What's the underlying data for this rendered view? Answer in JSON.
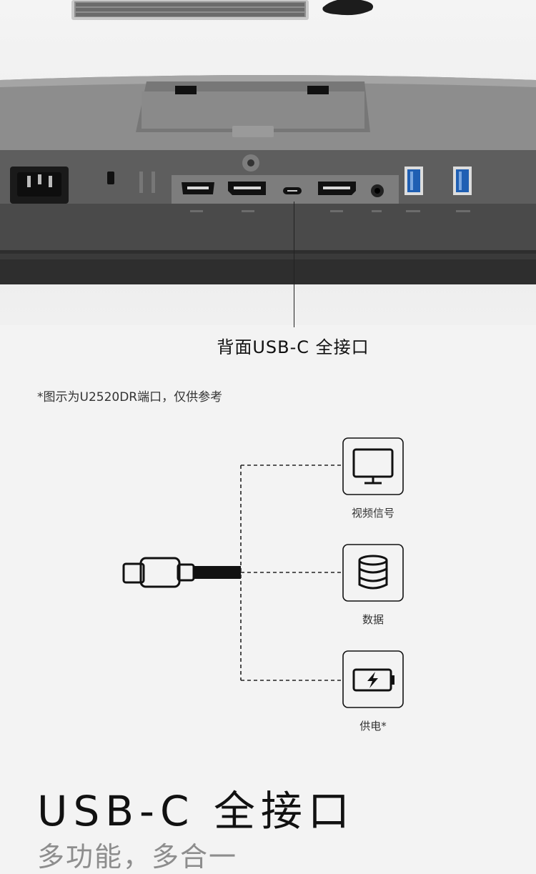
{
  "photo": {
    "port_label": "背面USB-C 全接口"
  },
  "footnote": "*图示为U2520DR端口，仅供参考",
  "diagram": {
    "items": [
      {
        "icon": "monitor-icon",
        "label": "视频信号"
      },
      {
        "icon": "database-icon",
        "label": "数据"
      },
      {
        "icon": "battery-charge-icon",
        "label": "供电*"
      }
    ]
  },
  "headline": {
    "title": "USB-C 全接口",
    "subtitle": "多功能，多合一"
  }
}
